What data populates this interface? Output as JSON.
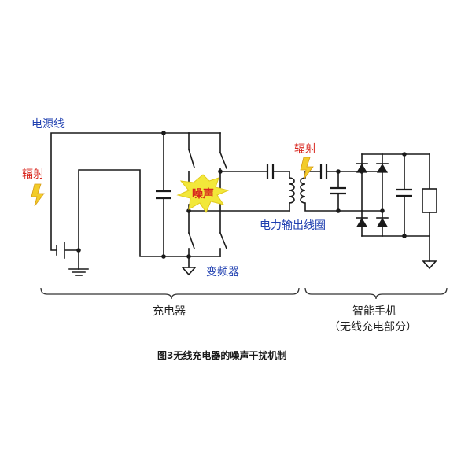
{
  "labels": {
    "power_line": "电源线",
    "radiation_left": "辐射",
    "radiation_right": "辐射",
    "noise": "噪声",
    "inverter": "变频器",
    "output_coil": "电力输出线圈",
    "charger": "充电器",
    "smartphone": "智能手机",
    "wireless_part": "（无线充电部分）"
  },
  "caption": "图3无线充电器的噪声干扰机制",
  "colors": {
    "blue_label": "#1f3fb0",
    "red_label": "#d8261e",
    "noise_burst": "#f2e83a",
    "lightning": "#f2cc2a"
  }
}
